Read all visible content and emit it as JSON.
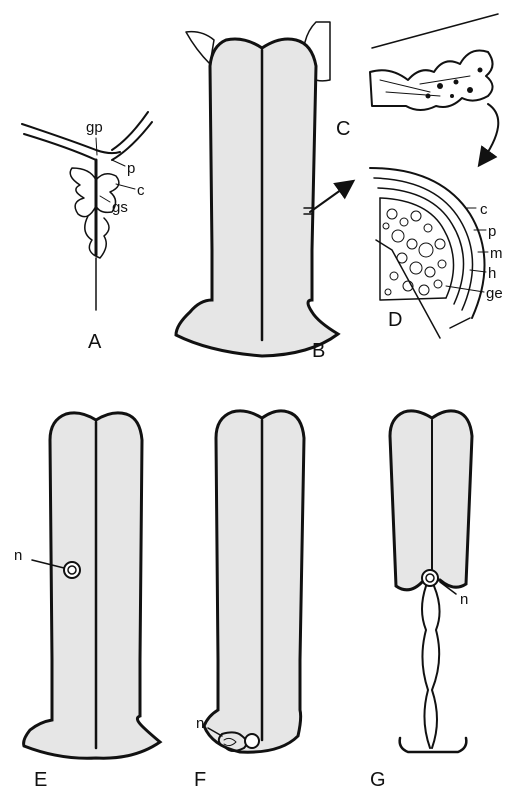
{
  "figure": {
    "panels": [
      "A",
      "B",
      "C",
      "D",
      "E",
      "F",
      "G"
    ],
    "panel_a_labels": [
      "gp",
      "p",
      "c",
      "gs"
    ],
    "panel_d_labels": [
      "c",
      "p",
      "m",
      "h",
      "ge"
    ],
    "panel_e_labels": [
      "n"
    ],
    "panel_f_labels": [
      "n"
    ],
    "panel_g_labels": [
      "n"
    ]
  }
}
